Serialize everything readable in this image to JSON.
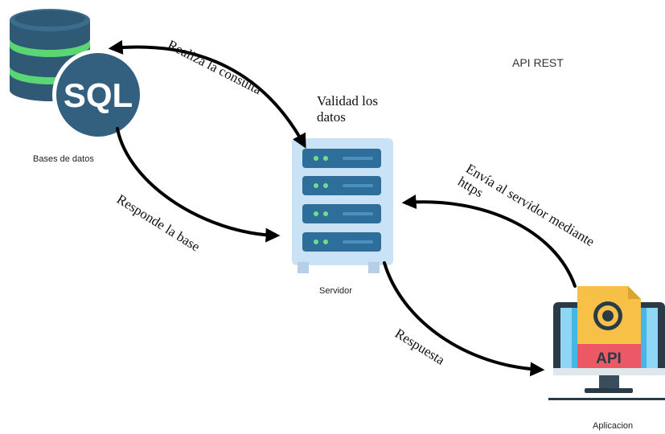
{
  "title": "API REST",
  "nodes": {
    "database": {
      "label": "Bases de datos",
      "badge": "SQL",
      "icon": "database-icon"
    },
    "server": {
      "label": "Servidor",
      "icon": "server-icon"
    },
    "app": {
      "label": "Aplicacion",
      "badge": "API",
      "icon": "monitor-api-icon"
    }
  },
  "edges": {
    "query": "Realiza la consulta",
    "validate": [
      "Validad los",
      "datos"
    ],
    "db_response": "Responde la base",
    "send": "Envía al servidor mediante",
    "send_protocol": "https",
    "response": "Respuesta"
  },
  "colors": {
    "db_body": "#2f5975",
    "db_band": "#5ad673",
    "sql_circle": "#33607e",
    "server_body": "#c9e2f6",
    "server_unit": "#2d6f9a",
    "server_led": "#6ee08a",
    "monitor_frame": "#2a3b48",
    "monitor_screen": "#45b6e8",
    "doc": "#f6c146",
    "api_band": "#ec5866",
    "arrow": "#000000"
  }
}
